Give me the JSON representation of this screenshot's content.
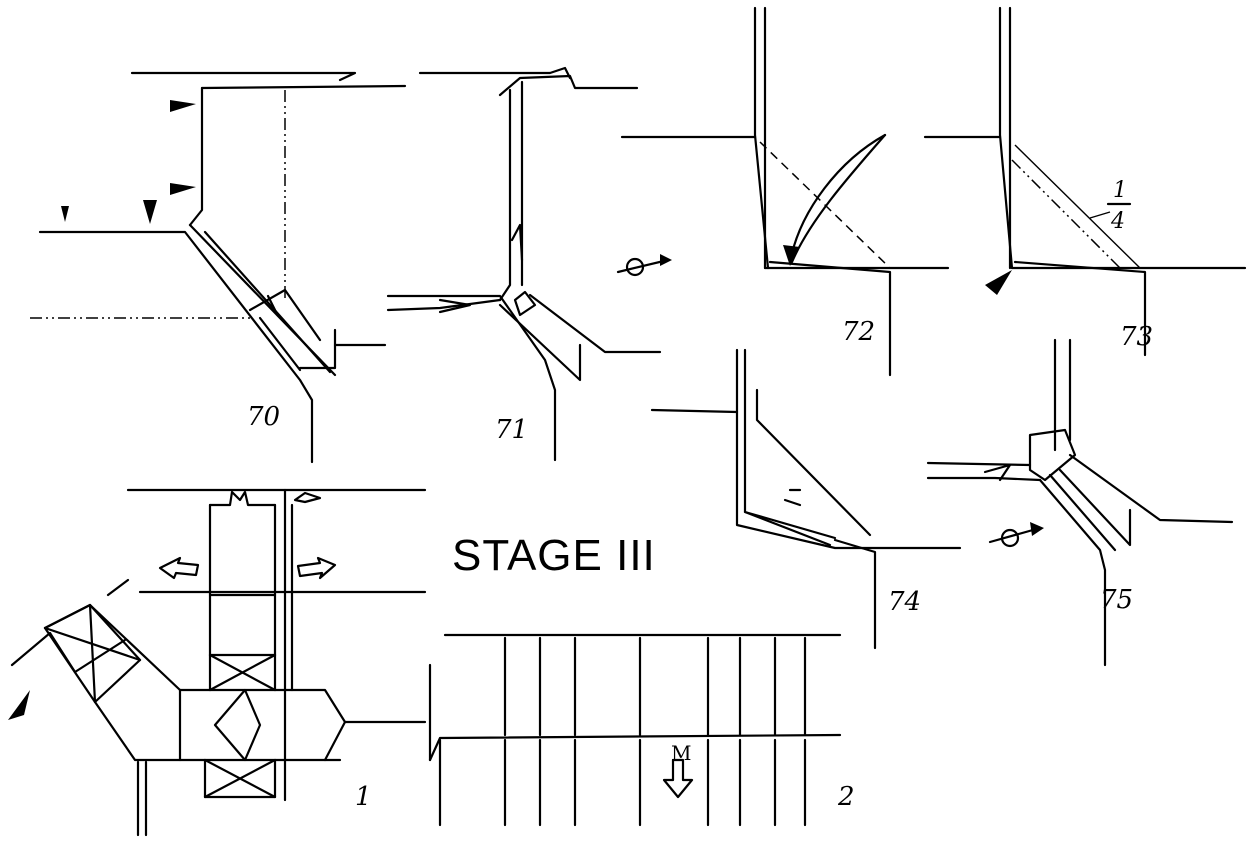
{
  "title": "STAGE III",
  "steps": [
    {
      "id": "70",
      "label": "70"
    },
    {
      "id": "71",
      "label": "71"
    },
    {
      "id": "72",
      "label": "72"
    },
    {
      "id": "73",
      "label": "73"
    },
    {
      "id": "74",
      "label": "74"
    },
    {
      "id": "75",
      "label": "75"
    },
    {
      "id": "1",
      "label": "1"
    },
    {
      "id": "2",
      "label": "2"
    }
  ],
  "annotations": {
    "fraction_numerator": "1",
    "fraction_denominator": "4",
    "valley_mark": "M"
  },
  "icons": [
    "push-arrow-icon",
    "turn-over-icon",
    "open-arrow-icon",
    "fold-arrow-icon"
  ]
}
